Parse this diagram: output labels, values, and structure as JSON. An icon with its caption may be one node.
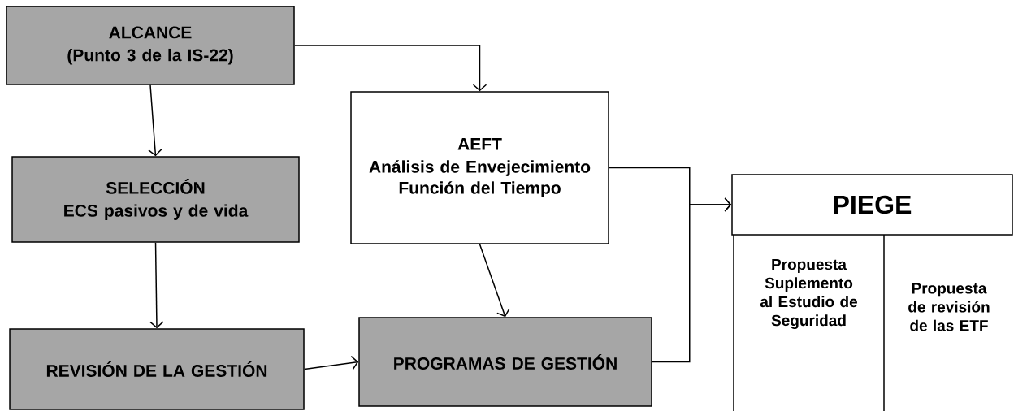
{
  "diagram": {
    "nodes": [
      {
        "text": [
          "ALCANCE",
          "(Punto 3 de la IS-22)"
        ]
      },
      {
        "text": [
          "AEFT",
          "Análisis de Envejecimiento Función del Tiempo"
        ]
      },
      {
        "text": [
          "SELECCIÓN",
          "ECS pasivos y de vida"
        ]
      },
      {
        "text": [
          "REVISIÓN DE LA GESTIÓN"
        ]
      },
      {
        "text": [
          "PROGRAMAS DE GESTIÓN"
        ]
      },
      {
        "text": [
          "PIEGE"
        ]
      },
      {
        "text": [
          "Propuesta Suplemento al Estudio de Seguridad"
        ]
      },
      {
        "text": [
          "Propuesta de revisión de las ETF"
        ]
      }
    ],
    "edges": [
      {
        "from": 0,
        "to": 2,
        "arrow": "to"
      },
      {
        "from": 0,
        "to": 1,
        "arrow": "to"
      },
      {
        "from": 2,
        "to": 3,
        "arrow": "to"
      },
      {
        "from": 1,
        "to": 4,
        "arrow": "to"
      },
      {
        "from": 3,
        "to": 4,
        "arrow": "to"
      },
      {
        "from": 1,
        "to": 5,
        "arrow": "to"
      },
      {
        "from": 4,
        "to": 5,
        "arrow": "to"
      }
    ]
  }
}
